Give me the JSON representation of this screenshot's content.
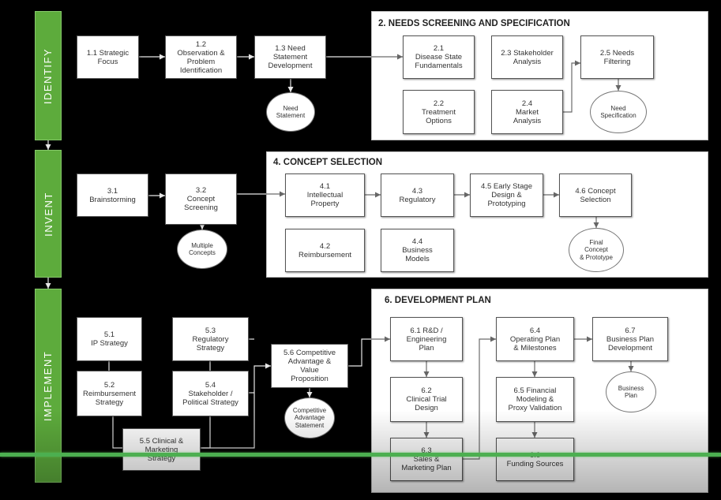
{
  "phases": {
    "identify": "IDENTIFY",
    "invent": "INVENT",
    "implement": "IMPLEMENT"
  },
  "panels": {
    "needs_screening": "2. NEEDS SCREENING AND SPECIFICATION",
    "concept_selection": "4. CONCEPT SELECTION",
    "development_plan": "6. DEVELOPMENT PLAN"
  },
  "steps": {
    "s1_1": "1.1 Strategic\nFocus",
    "s1_2": "1.2\nObservation &\nProblem\nIdentification",
    "s1_3": "1.3 Need\nStatement\nDevelopment",
    "s2_1": "2.1\nDisease State\nFundamentals",
    "s2_2": "2.2\nTreatment\nOptions",
    "s2_3": "2.3 Stakeholder\nAnalysis",
    "s2_4": "2.4\nMarket\nAnalysis",
    "s2_5": "2.5 Needs\nFiltering",
    "s3_1": "3.1\nBrainstorming",
    "s3_2": "3.2\nConcept\nScreening",
    "s4_1": "4.1\nIntellectual\nProperty",
    "s4_2": "4.2\nReimbursement",
    "s4_3": "4.3\nRegulatory",
    "s4_4": "4.4\nBusiness\nModels",
    "s4_5": "4.5 Early Stage\nDesign &\nPrototyping",
    "s4_6": "4.6 Concept\nSelection",
    "s5_1": "5.1\nIP Strategy",
    "s5_2": "5.2\nReimbursement\nStrategy",
    "s5_3": "5.3\nRegulatory\nStrategy",
    "s5_4": "5.4\nStakeholder /\nPolitical Strategy",
    "s5_5": "5.5 Clinical &\nMarketing\nStrategy",
    "s5_6": "5.6 Competitive\nAdvantage &\nValue\nProposition",
    "s6_1": "6.1 R&D /\nEngineering\nPlan",
    "s6_2": "6.2\nClinical Trial\nDesign",
    "s6_3": "6.3\nSales &\nMarketing Plan",
    "s6_4": "6.4\nOperating Plan\n& Milestones",
    "s6_5": "6.5 Financial\nModeling &\nProxy Validation",
    "s6_6": "6.6\nFunding Sources",
    "s6_7": "6.7\nBusiness Plan\nDevelopment"
  },
  "outputs": {
    "need_statement": "Need\nStatement",
    "need_specification": "Need\nSpecification",
    "multiple_concepts": "Multiple\nConcepts",
    "final_concept": "Final\nConcept\n& Prototype",
    "competitive_advantage": "Competitive\nAdvantage\nStatement",
    "business_plan": "Business\nPlan"
  },
  "colors": {
    "phase_green": "#5dab3c",
    "divider_green": "#4caf50",
    "box_border": "#555555",
    "text": "#333333"
  }
}
